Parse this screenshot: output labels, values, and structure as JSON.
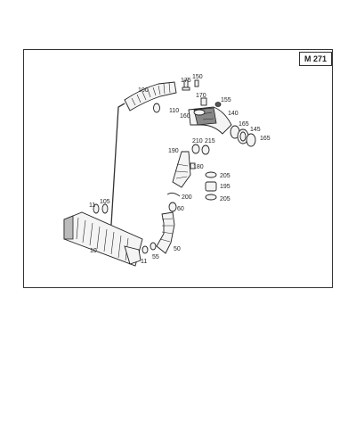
{
  "model_label": "M 271",
  "callouts": {
    "c100": "100",
    "c175": "175",
    "c150": "150",
    "c170": "170",
    "c155": "155",
    "c110": "110",
    "c160a": "160",
    "c140": "140",
    "c165a": "165",
    "c145": "145",
    "c165b": "165",
    "c190": "190",
    "c210": "210",
    "c215": "215",
    "c180": "180",
    "c205a": "205",
    "c195": "195",
    "c205b": "205",
    "c200": "200",
    "c60": "60",
    "c11a": "11",
    "c105": "105",
    "c10": "10",
    "c50": "50",
    "c11b": "11",
    "c55": "55"
  }
}
